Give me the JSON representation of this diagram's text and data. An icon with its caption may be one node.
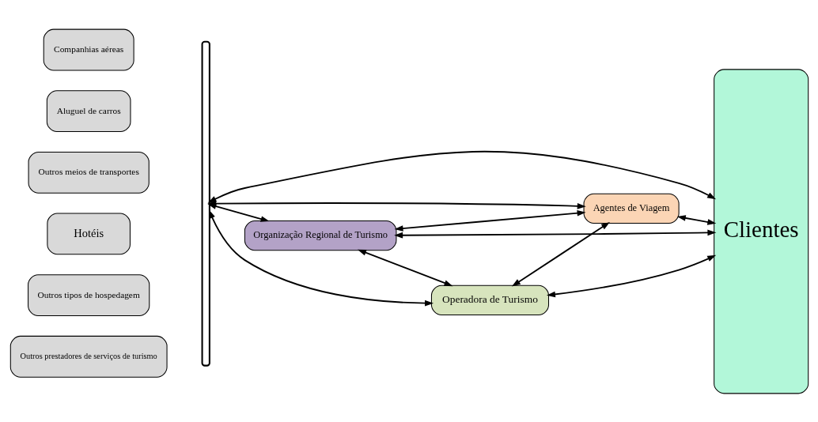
{
  "diagram": {
    "nodes": [
      {
        "text": [
          "Companhias aéreas"
        ]
      },
      {
        "text": [
          "Aluguel de carros"
        ]
      },
      {
        "text": [
          "Outros meios de transportes"
        ]
      },
      {
        "text": [
          "Hotéis"
        ]
      },
      {
        "text": [
          "Outros tipos de hospedagem"
        ]
      },
      {
        "text": [
          "Outros prestadores de serviços de turismo"
        ]
      },
      {
        "text": [],
        "shape": "bracket"
      },
      {
        "text": [
          "Agentes de Viagem"
        ]
      },
      {
        "text": [
          "Operadora de Turismo"
        ]
      },
      {
        "text": [
          "Organização Regional de Turismo"
        ]
      },
      {
        "text": [
          "Clientes"
        ]
      }
    ],
    "edges": [
      {
        "from": 6,
        "to": 10,
        "arrow": "both"
      },
      {
        "from": 6,
        "to": 7,
        "arrow": "both"
      },
      {
        "from": 7,
        "to": 10,
        "arrow": "both"
      },
      {
        "from": 8,
        "to": 7,
        "arrow": "both"
      },
      {
        "from": 6,
        "to": 8,
        "arrow": "both"
      },
      {
        "from": 8,
        "to": 10,
        "arrow": "both"
      },
      {
        "from": 9,
        "to": 8,
        "arrow": "both"
      },
      {
        "from": 6,
        "to": 9,
        "arrow": "both"
      },
      {
        "from": 9,
        "to": 7,
        "arrow": "both"
      },
      {
        "from": 9,
        "to": 10,
        "arrow": "both"
      }
    ]
  }
}
